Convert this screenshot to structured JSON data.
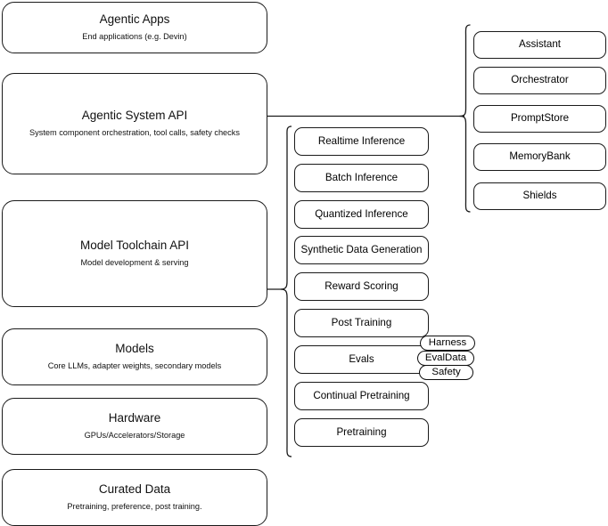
{
  "diagram": {
    "title": "AI Stack Layers Architecture Diagram",
    "background_color": "#ffffff",
    "stroke_color": "#1a1a1a"
  },
  "layers": [
    {
      "id": "agentic-apps",
      "title": "Agentic Apps",
      "subtitle": "End applications (e.g. Devin)"
    },
    {
      "id": "agentic-system-api",
      "title": "Agentic System API",
      "subtitle": "System component orchestration, tool calls, safety checks"
    },
    {
      "id": "model-toolchain-api",
      "title": "Model Toolchain API",
      "subtitle": "Model development & serving"
    },
    {
      "id": "models",
      "title": "Models",
      "subtitle": "Core LLMs, adapter weights, secondary models"
    },
    {
      "id": "hardware",
      "title": "Hardware",
      "subtitle": "GPUs/Accelerators/Storage"
    },
    {
      "id": "curated-data",
      "title": "Curated Data",
      "subtitle": "Pretraining, preference, post training."
    }
  ],
  "toolchain_components": [
    {
      "id": "realtime-inference",
      "label": "Realtime Inference"
    },
    {
      "id": "batch-inference",
      "label": "Batch Inference"
    },
    {
      "id": "quantized-inference",
      "label": "Quantized Inference"
    },
    {
      "id": "synthetic-data-generation",
      "label": "Synthetic Data Generation"
    },
    {
      "id": "reward-scoring",
      "label": "Reward Scoring"
    },
    {
      "id": "post-training",
      "label": "Post Training"
    },
    {
      "id": "evals",
      "label": "Evals"
    },
    {
      "id": "continual-pretraining",
      "label": "Continual Pretraining"
    },
    {
      "id": "pretraining",
      "label": "Pretraining"
    }
  ],
  "system_components": [
    {
      "id": "assistant",
      "label": "Assistant"
    },
    {
      "id": "orchestrator",
      "label": "Orchestrator"
    },
    {
      "id": "promptstore",
      "label": "PromptStore"
    },
    {
      "id": "memorybank",
      "label": "MemoryBank"
    },
    {
      "id": "shields",
      "label": "Shields"
    }
  ],
  "eval_tags": [
    {
      "id": "harness",
      "label": "Harness"
    },
    {
      "id": "evaldata",
      "label": "EvalData"
    },
    {
      "id": "safety",
      "label": "Safety"
    }
  ]
}
